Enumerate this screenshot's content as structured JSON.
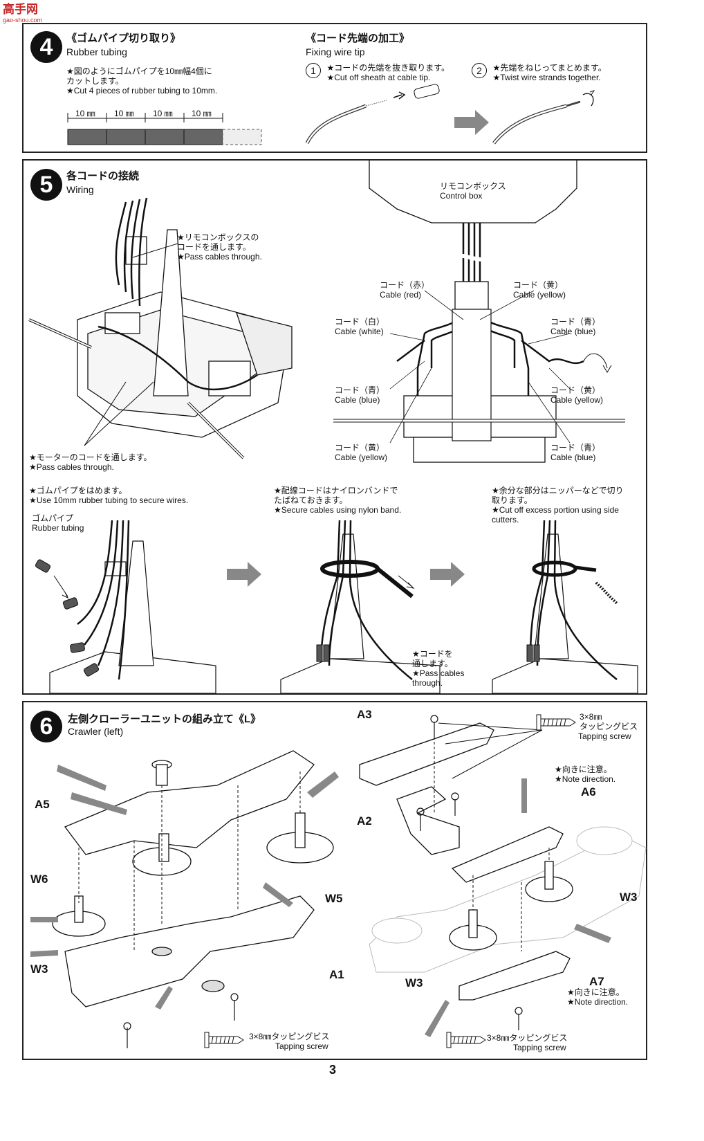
{
  "watermark": {
    "logo_text": "高手网",
    "url_text": "gao-shou.com"
  },
  "step4": {
    "number": "4",
    "rubber": {
      "title_jp": "《ゴムパイプ切り取り》",
      "title_en": "Rubber tubing",
      "inst_jp_1": "★図のようにゴムパイプを10㎜幅4個に",
      "inst_jp_2": "カットします。",
      "inst_en": "★Cut 4 pieces of rubber tubing to 10mm.",
      "dims": [
        "10 ㎜",
        "10 ㎜",
        "10 ㎜",
        "10 ㎜"
      ]
    },
    "wire": {
      "title_jp": "《コード先端の加工》",
      "title_en": "Fixing wire tip",
      "sub1_num": "1",
      "sub1_jp": "★コードの先端を抜き取ります。",
      "sub1_en": "★Cut off sheath at cable tip.",
      "sub2_num": "2",
      "sub2_jp": "★先端をねじってまとめます。",
      "sub2_en": "★Twist wire strands together."
    }
  },
  "step5": {
    "number": "5",
    "title_jp": "各コードの接続",
    "title_en": "Wiring",
    "pass_box_jp_1": "★リモコンボックスの",
    "pass_box_jp_2": "コードを通します。",
    "pass_box_en": "★Pass cables through.",
    "motor_jp": "★モーターのコードを通します。",
    "motor_en": "★Pass cables through.",
    "control_box_jp": "リモコンボックス",
    "control_box_en": "Control box",
    "cables": [
      {
        "jp": "コード（赤）",
        "en": "Cable (red)"
      },
      {
        "jp": "コード（黄）",
        "en": "Cable (yellow)"
      },
      {
        "jp": "コード（白）",
        "en": "Cable (white)"
      },
      {
        "jp": "コード（青）",
        "en": "Cable (blue)"
      },
      {
        "jp": "コード（青）",
        "en": "Cable (blue)"
      },
      {
        "jp": "コード（黄）",
        "en": "Cable (yellow)"
      },
      {
        "jp": "コード（黄）",
        "en": "Cable (yellow)"
      },
      {
        "jp": "コード（青）",
        "en": "Cable (blue)"
      }
    ],
    "tube_jp": "★ゴムパイプをはめます。",
    "tube_en": "★Use 10mm rubber tubing to secure wires.",
    "tube_label_jp": "ゴムパイプ",
    "tube_label_en": "Rubber tubing",
    "band_jp_1": "★配線コードはナイロンバンドで",
    "band_jp_2": "たばねておきます。",
    "band_en": "★Secure cables using nylon band.",
    "pass2_jp_1": "★コードを",
    "pass2_jp_2": "通します。",
    "pass2_en_1": "★Pass cables",
    "pass2_en_2": "through.",
    "cut_jp_1": "★余分な部分はニッパーなどで切り",
    "cut_jp_2": "取ります。",
    "cut_en_1": "★Cut off excess portion using side",
    "cut_en_2": "cutters."
  },
  "step6": {
    "number": "6",
    "title_jp": "左側クローラーユニットの組み立て《L》",
    "title_en": "Crawler (left)",
    "parts_left": {
      "a5": "A5",
      "w6": "W6",
      "w3": "W3",
      "w5": "W5",
      "a1": "A1"
    },
    "screw_left_jp": "3×8㎜タッピングビス",
    "screw_left_en": "Tapping screw",
    "parts_right": {
      "a3": "A3",
      "a2": "A2",
      "a6": "A6",
      "w3a": "W3",
      "w3b": "W3",
      "a7": "A7"
    },
    "screw_top_jp_1": "3×8㎜",
    "screw_top_jp_2": "タッピングビス",
    "screw_top_en": "Tapping screw",
    "note_jp": "★向きに注意。",
    "note_en": "★Note direction.",
    "note2_jp": "★向きに注意。",
    "note2_en": "★Note direction.",
    "screw_right_jp": "3×8㎜タッピングビス",
    "screw_right_en": "Tapping screw"
  },
  "page_number": "3"
}
